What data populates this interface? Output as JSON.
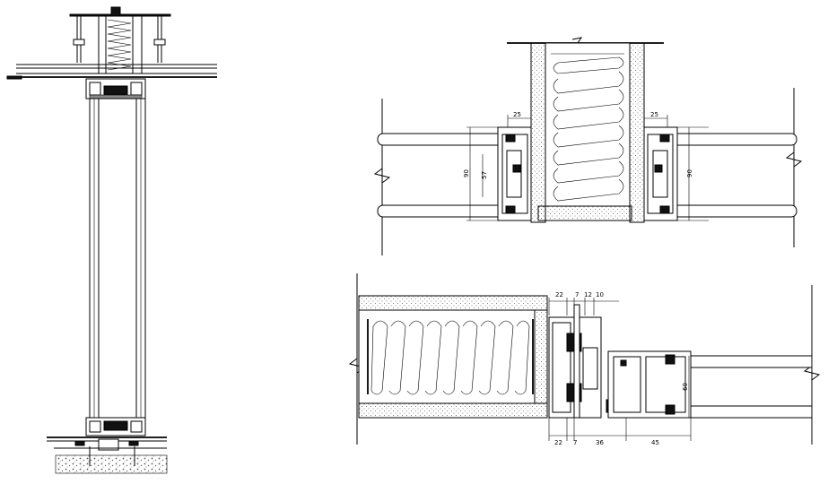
{
  "drawing": {
    "title": "",
    "views": [
      "vertical-section",
      "horizontal-section-jambs",
      "horizontal-section-mullion"
    ]
  },
  "colors": {
    "line": "#000000",
    "background": "#ffffff",
    "hatch": "#777777"
  },
  "dims": {
    "top_left_width": "25",
    "top_right_width": "25",
    "left_height_outer": "90",
    "left_height_inner": "57",
    "right_height": "90",
    "b_top_22": "22",
    "b_top_7": "7",
    "b_top_12": "12",
    "b_top_10": "10",
    "b_bot_22": "22",
    "b_bot_7": "7",
    "b_bot_36": "36",
    "b_bot_45": "45",
    "b_right_60": "60"
  }
}
